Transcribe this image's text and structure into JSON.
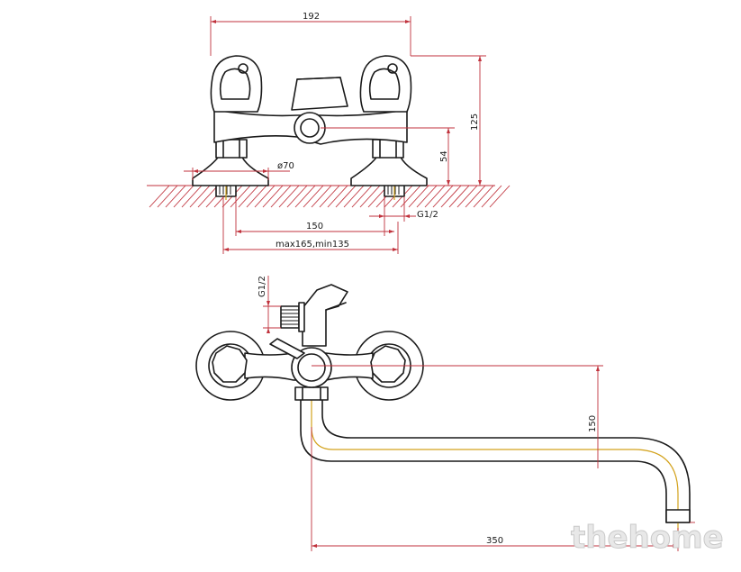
{
  "top_view": {
    "width_label": "192",
    "height_label": "125",
    "connection_height_label": "54",
    "flange_label": "ø70",
    "thread_label": "G1/2",
    "centers_label": "150",
    "adjust_label": "max165,min135"
  },
  "side_view": {
    "thread_label": "G1/2",
    "spout_height_label": "150",
    "spout_length_label": "350"
  },
  "watermark": "thehome",
  "colors": {
    "dimension": "#c0323c",
    "outline": "#1a1a1a",
    "axis": "#d3a21c"
  }
}
